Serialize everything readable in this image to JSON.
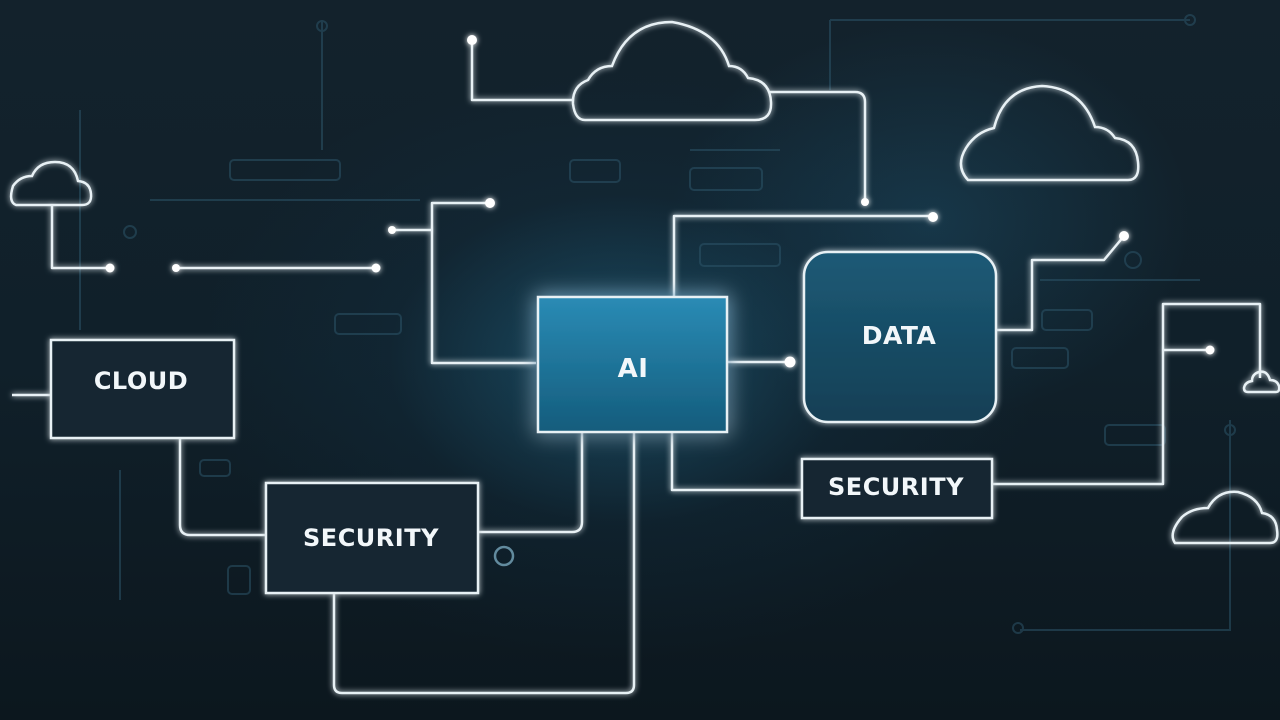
{
  "nodes": {
    "ai": "AI",
    "data": "DATA",
    "cloud": "CLOUD",
    "security_left": "SECURITY",
    "security_right": "SECURITY"
  },
  "colors": {
    "background": "#10202a",
    "line": "#e8f1f5",
    "ai_fill": "#1b6f93",
    "glow": "#3fb6e6"
  },
  "icons": [
    "cloud-icon",
    "cloud-icon",
    "cloud-icon",
    "cloud-icon",
    "cloud-icon"
  ]
}
